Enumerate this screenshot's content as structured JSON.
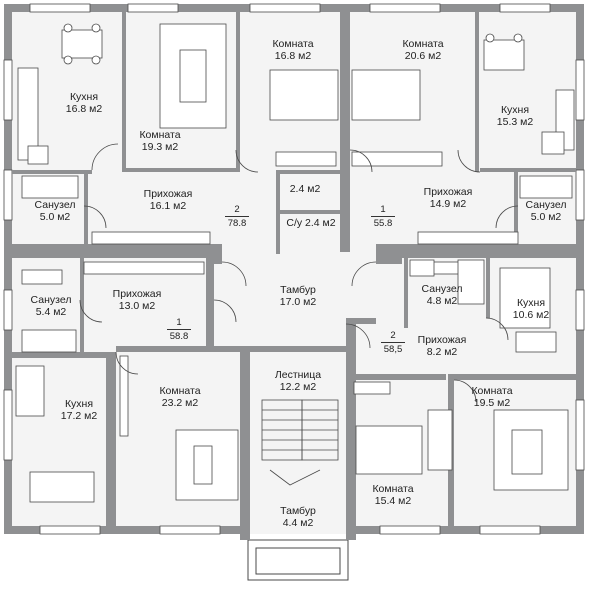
{
  "colors": {
    "wall": "#8f9092",
    "floor": "#f4f4f4",
    "stroke": "#4a4a4a",
    "background": "#ffffff"
  },
  "rooms": [
    {
      "name": "Кухня",
      "area": "16.8 м2"
    },
    {
      "name": "Комната",
      "area": "19.3 м2"
    },
    {
      "name": "Комната",
      "area": "16.8 м2"
    },
    {
      "name": "Комната",
      "area": "20.6 м2"
    },
    {
      "name": "Кухня",
      "area": "15.3 м2"
    },
    {
      "name": "Прихожая",
      "area": "16.1 м2"
    },
    {
      "name": "",
      "area": "2.4 м2"
    },
    {
      "name": "Прихожая",
      "area": "14.9 м2"
    },
    {
      "name": "Санузел",
      "area": "5.0 м2"
    },
    {
      "name": "Санузел",
      "area": "5.0 м2"
    },
    {
      "name": "С/у",
      "area": "2.4 м2"
    },
    {
      "name": "Тамбур",
      "area": "17.0 м2"
    },
    {
      "name": "Прихожая",
      "area": "13.0 м2"
    },
    {
      "name": "Санузел",
      "area": "5.4 м2"
    },
    {
      "name": "Санузел",
      "area": "4.8 м2"
    },
    {
      "name": "Кухня",
      "area": "10.6 м2"
    },
    {
      "name": "Прихожая",
      "area": "8.2 м2"
    },
    {
      "name": "Лестница",
      "area": "12.2 м2"
    },
    {
      "name": "Кухня",
      "area": "17.2 м2"
    },
    {
      "name": "Комната",
      "area": "23.2 м2"
    },
    {
      "name": "Комната",
      "area": "19.5 м2"
    },
    {
      "name": "Комната",
      "area": "15.4 м2"
    },
    {
      "name": "Тамбур",
      "area": "4.4 м2"
    }
  ],
  "apartments": [
    {
      "rooms": "2",
      "area": "78.8"
    },
    {
      "rooms": "1",
      "area": "55.8"
    },
    {
      "rooms": "1",
      "area": "58.8"
    },
    {
      "rooms": "2",
      "area": "58,5"
    }
  ]
}
